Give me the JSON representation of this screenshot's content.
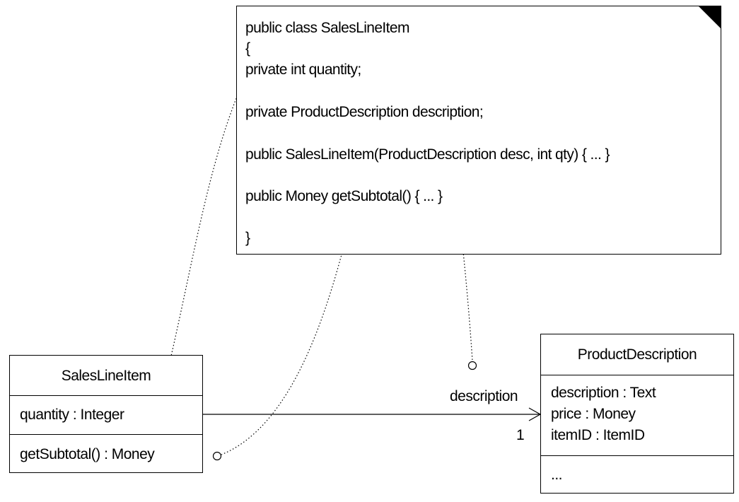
{
  "note": {
    "lines": [
      "public class SalesLineItem",
      "{",
      "private int quantity;",
      "private ProductDescription description;",
      "public SalesLineItem(ProductDescription desc, int qty) { ... }",
      "public Money getSubtotal() { ... }",
      "}"
    ]
  },
  "sales_line_item": {
    "name": "SalesLineItem",
    "attribute": "quantity : Integer",
    "operation": "getSubtotal() : Money"
  },
  "product_description": {
    "name": "ProductDescription",
    "attributes": [
      "description : Text",
      "price : Money",
      "itemID : ItemID"
    ],
    "operations": "..."
  },
  "association": {
    "role": "description",
    "multiplicity": "1"
  }
}
